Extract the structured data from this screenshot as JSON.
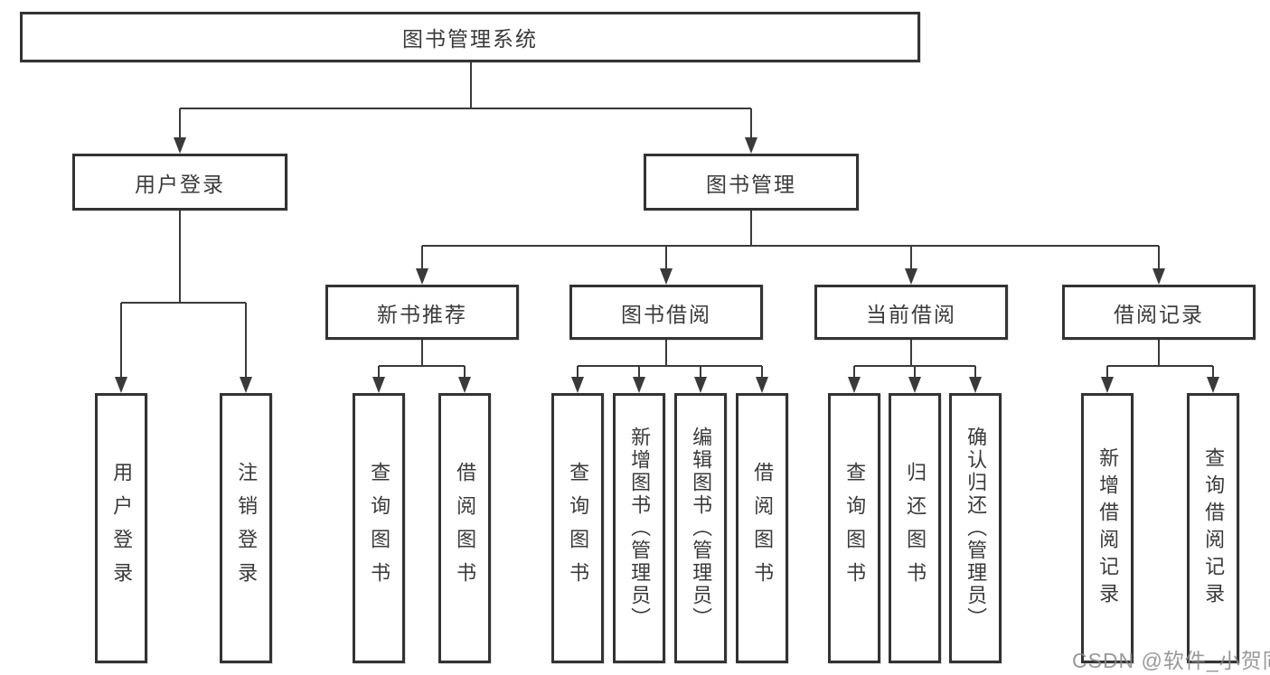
{
  "colors": {
    "line": "#3a3a3a",
    "box_border": "#333333",
    "box_fill": "#ffffff",
    "text": "#3a3a3a",
    "watermark": "#878787"
  },
  "tree": {
    "root": {
      "label": "图书管理系统"
    },
    "branches": [
      {
        "label": "用户登录",
        "children": [
          {
            "label": "用户登录"
          },
          {
            "label": "注销登录"
          }
        ]
      },
      {
        "label": "图书管理",
        "children": [
          {
            "label": "新书推荐",
            "children": [
              {
                "label": "查询图书"
              },
              {
                "label": "借阅图书"
              }
            ]
          },
          {
            "label": "图书借阅",
            "children": [
              {
                "label": "查询图书"
              },
              {
                "label": "新增图书（管理员）"
              },
              {
                "label": "编辑图书（管理员）"
              },
              {
                "label": "借阅图书"
              }
            ]
          },
          {
            "label": "当前借阅",
            "children": [
              {
                "label": "查询图书"
              },
              {
                "label": "归还图书"
              },
              {
                "label": "确认归还（管理员）"
              }
            ]
          },
          {
            "label": "借阅记录",
            "children": [
              {
                "label": "新增借阅记录"
              },
              {
                "label": "查询借阅记录"
              }
            ]
          }
        ]
      }
    ]
  },
  "watermark": {
    "text": "CSDN @软件_小贺同学"
  }
}
